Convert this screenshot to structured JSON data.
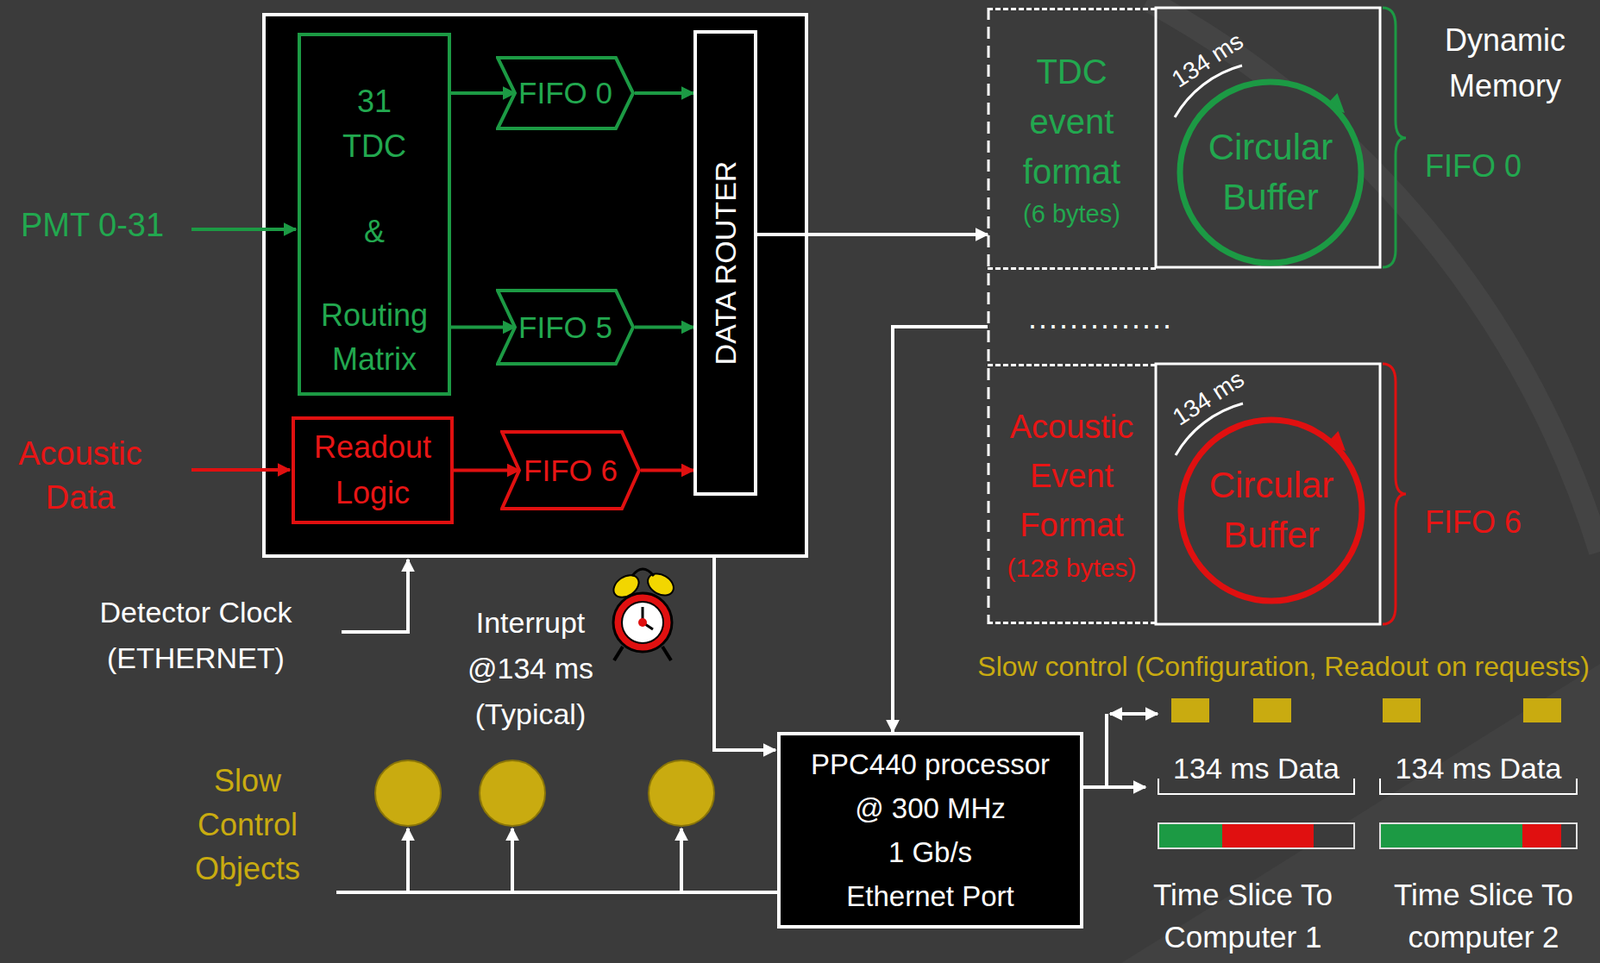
{
  "diagram": {
    "nodes": [
      {
        "text": [
          "31 TDC",
          "&",
          "Routing Matrix"
        ]
      },
      {
        "text": [
          "FIFO 0"
        ]
      },
      {
        "text": [
          "FIFO 5"
        ]
      },
      {
        "text": [
          "Readout Logic"
        ]
      },
      {
        "text": [
          "FIFO 6"
        ]
      },
      {
        "text": [
          "DATA ROUTER"
        ]
      },
      {
        "text": [
          "Dynamic Memory"
        ]
      },
      {
        "text": [
          "TDC event format",
          "(6 bytes)"
        ],
        "in": 6
      },
      {
        "text": [
          "Circular Buffer"
        ],
        "in": 6
      },
      {
        "text": [
          "Acoustic Event Format",
          "(128 bytes)"
        ],
        "in": 6
      },
      {
        "text": [
          "Circular Buffer"
        ],
        "in": 6
      },
      {
        "text": [
          "PPC440 processor",
          "@ 300 MHz",
          "1 Gb/s",
          "Ethernet Port"
        ]
      }
    ],
    "edges": [
      {
        "from": 0,
        "to": 1,
        "arrow": "to"
      },
      {
        "from": 0,
        "to": 2,
        "arrow": "to"
      },
      {
        "from": 3,
        "to": 4,
        "arrow": "to"
      },
      {
        "from": 1,
        "to": 5,
        "arrow": "to"
      },
      {
        "from": 2,
        "to": 5,
        "arrow": "to"
      },
      {
        "from": 4,
        "to": 5,
        "arrow": "to"
      },
      {
        "from": 5,
        "to": 7,
        "arrow": "to"
      },
      {
        "from": 6,
        "to": 11,
        "arrow": "to"
      }
    ],
    "labels": [
      "PMT 0-31",
      "Acoustic Data",
      "Detector Clock (ETHERNET)",
      "Interrupt @134 ms (Typical)",
      "Slow Control Objects",
      "134 ms",
      "FIFO 0",
      "..............",
      "134 ms",
      "FIFO 6",
      "Slow control (Configuration, Readout on requests)",
      "134 ms Data",
      "134 ms Data",
      "Time Slice To Computer 1",
      "Time Slice To computer 2"
    ]
  }
}
